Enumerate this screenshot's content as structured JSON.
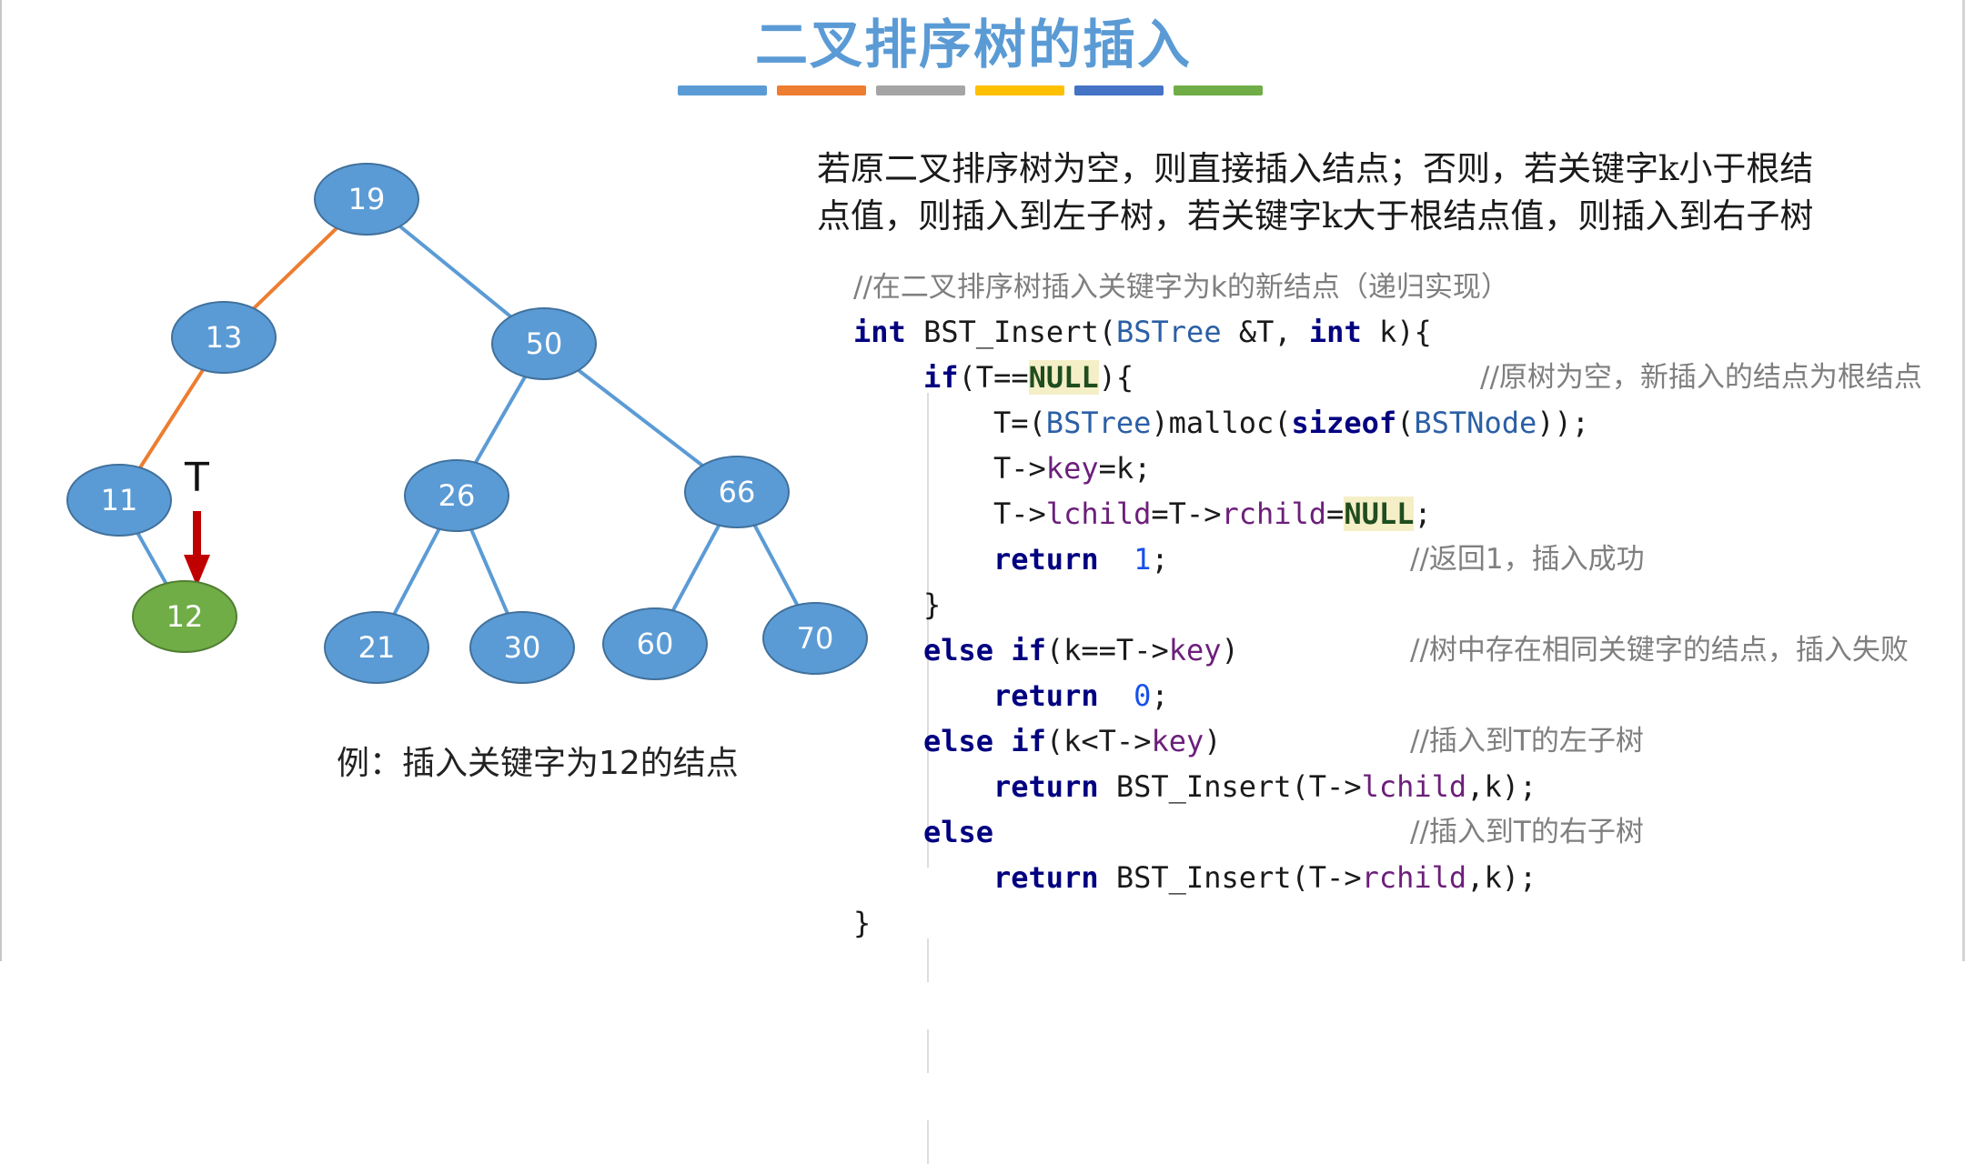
{
  "title": "二叉排序树的插入",
  "stripe_colors": [
    "#5b9bd5",
    "#ed7d31",
    "#a5a5a5",
    "#ffc000",
    "#4472c4",
    "#70ad47"
  ],
  "colors": {
    "node_fill": "#5b9bd5",
    "node_stroke": "#41719c",
    "new_node_fill": "#70ad47",
    "path_edge": "#ed7d31",
    "edge": "#5b9bd5",
    "arrow": "#c00000"
  },
  "tree": {
    "nodes": [
      {
        "id": "n19",
        "label": "19"
      },
      {
        "id": "n13",
        "label": "13"
      },
      {
        "id": "n50",
        "label": "50"
      },
      {
        "id": "n11",
        "label": "11"
      },
      {
        "id": "n26",
        "label": "26"
      },
      {
        "id": "n66",
        "label": "66"
      },
      {
        "id": "n12",
        "label": "12",
        "inserted": true
      },
      {
        "id": "n21",
        "label": "21"
      },
      {
        "id": "n30",
        "label": "30"
      },
      {
        "id": "n60",
        "label": "60"
      },
      {
        "id": "n70",
        "label": "70"
      }
    ],
    "pointer_label": "T",
    "pointer_icon": "down-arrow"
  },
  "caption": "例：插入关键字为12的结点",
  "description": {
    "line1": "若原二叉排序树为空，则直接插入结点；否则，若关键字k小于根结",
    "line2": "点值，则插入到左子树，若关键字k大于根结点值，则插入到右子树"
  },
  "code": {
    "header_comment": "//在二叉排序树插入关键字为k的新结点（递归实现）",
    "kw_int": "int",
    "fn_name": " BST_Insert(",
    "type_bstree": "BSTree",
    "param_tail": " &T, ",
    "kw_int2": "int",
    "param_k": " k){",
    "kw_if": "if",
    "cond_open": "(T==",
    "null": "NULL",
    "cond_close": "){",
    "cmt_root": "//原树为空，新插入的结点为根结点",
    "malloc_pre": "T=(",
    "malloc_type": "BSTree",
    "malloc_mid": ")malloc(",
    "kw_sizeof": "sizeof",
    "paren": "(",
    "node_type": "BSTNode",
    "malloc_end": "));",
    "key_pre": "T->",
    "key_field": "key",
    "key_end": "=k;",
    "child_pre": "T->",
    "lchild": "lchild",
    "child_mid": "=T->",
    "rchild": "rchild",
    "child_eq": "=",
    "null2": "NULL",
    "semicolon": ";",
    "kw_return": "return",
    "one": "1",
    "ret_end": ";",
    "cmt_success": "//返回1，插入成功",
    "brace_close": "}",
    "kw_else": "else",
    "kw_if2": "if",
    "eq_pre": "(k==T->",
    "eq_key": "key",
    "eq_end": ")",
    "cmt_exists": "//树中存在相同关键字的结点，插入失败",
    "kw_return2": "return",
    "zero": "0",
    "ret_end2": ";",
    "kw_else2": "else",
    "kw_if3": "if",
    "lt_pre": "(k<T->",
    "lt_key": "key",
    "lt_end": ")",
    "cmt_left": "//插入到T的左子树",
    "kw_return3": "return",
    "call_left_pre": " BST_Insert(T->",
    "call_left_field": "lchild",
    "call_left_end": ",k);",
    "kw_else3": "else",
    "cmt_right": "//插入到T的右子树",
    "kw_return4": "return",
    "call_right_pre": " BST_Insert(T->",
    "call_right_field": "rchild",
    "call_right_end": ",k);",
    "final_brace": "}"
  }
}
